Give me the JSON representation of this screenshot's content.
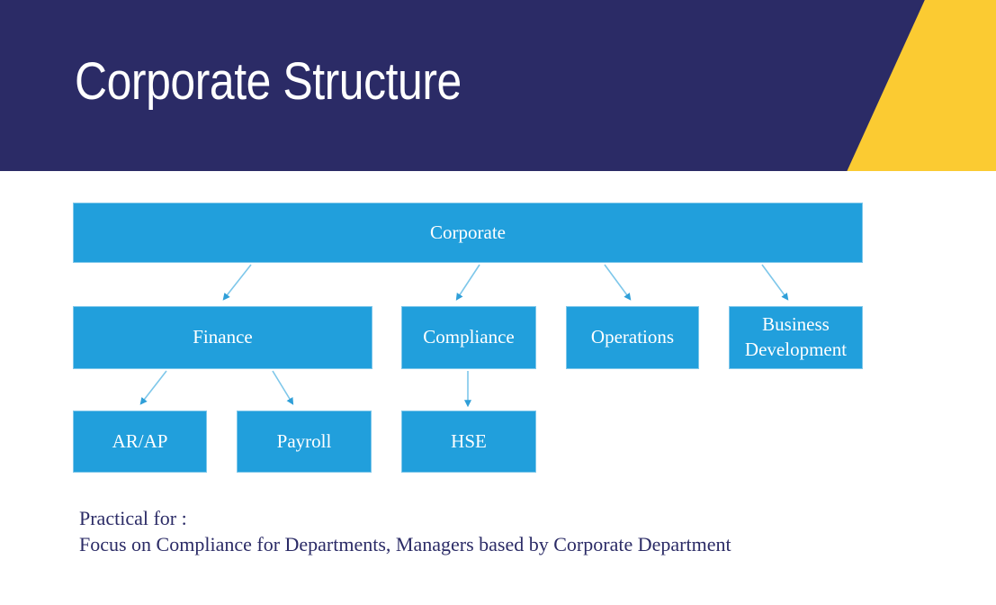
{
  "slide": {
    "title": "Corporate Structure",
    "colors": {
      "header_navy": "#2b2b66",
      "accent_yellow": "#fbcb32",
      "node_blue": "#219fdc",
      "node_border": "#7ec7ea",
      "node_text": "#ffffff",
      "caption_text": "#2b2b66",
      "background": "#ffffff"
    }
  },
  "org_chart": {
    "root": {
      "label": "Corporate"
    },
    "level2": [
      {
        "label": "Finance"
      },
      {
        "label": "Compliance"
      },
      {
        "label": "Operations"
      },
      {
        "label": "Business Development"
      }
    ],
    "level3": [
      {
        "label": "AR/AP",
        "parent": "Finance"
      },
      {
        "label": "Payroll",
        "parent": "Finance"
      },
      {
        "label": "HSE",
        "parent": "Compliance"
      }
    ]
  },
  "caption": {
    "line1": "Practical for :",
    "line2": "Focus on Compliance for Departments, Managers based by Corporate Department"
  }
}
